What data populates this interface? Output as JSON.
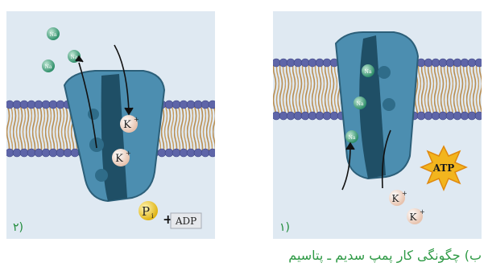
{
  "panels": [
    {
      "id": "left",
      "number": "۲)",
      "ions": {
        "sodium": "Na",
        "potassium": "K",
        "potassium_charge": "+"
      },
      "phosphate": {
        "symbol": "P",
        "subscript": "i"
      },
      "plus": "+",
      "adp": "ADP"
    },
    {
      "id": "right",
      "number": "۱)",
      "ions": {
        "sodium": "Na",
        "potassium": "K",
        "potassium_charge": "+"
      },
      "atp": "ATP"
    }
  ],
  "caption": "ب) چگونگی کار پمپ سدیم ـ پتاسیم",
  "colors": {
    "background": "#dfe9f2",
    "membrane_head": "#5e65a8",
    "membrane_tail": "#b98e52",
    "protein": "#3f7fa0",
    "protein_dark": "#1e4c63",
    "sodium_ion": "#2f8f6a",
    "potassium_ion": "#f4e3d7",
    "phosphate": "#f2d23c",
    "atp_burst": "#f2b51e",
    "caption": "#2e9a45"
  }
}
